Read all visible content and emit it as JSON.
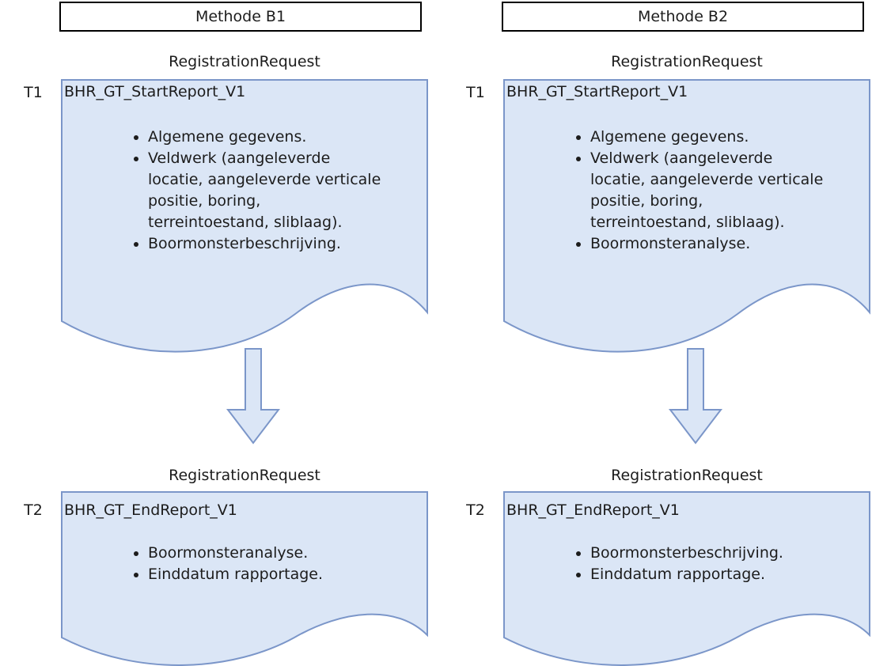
{
  "diagram": {
    "colors": {
      "document_fill": "#dbe6f6",
      "document_border": "#7b96c9",
      "header_border": "#000000",
      "text": "#1c1c1c"
    },
    "columns": [
      {
        "header": "Methode B1",
        "top_doc": {
          "label": "RegistrationRequest",
          "time_tag": "T1",
          "title": "BHR_GT_StartReport_V1",
          "bullets": [
            "Algemene gegevens.",
            "Veldwerk (aangeleverde\nlocatie, aangeleverde verticale\npositie, boring,\nterreintoestand, sliblaag).",
            "Boormonsterbeschrijving."
          ]
        },
        "bottom_doc": {
          "label": "RegistrationRequest",
          "time_tag": "T2",
          "title": "BHR_GT_EndReport_V1",
          "bullets": [
            "Boormonsteranalyse.",
            "Einddatum rapportage."
          ]
        }
      },
      {
        "header": "Methode B2",
        "top_doc": {
          "label": "RegistrationRequest",
          "time_tag": "T1",
          "title": "BHR_GT_StartReport_V1",
          "bullets": [
            "Algemene gegevens.",
            "Veldwerk (aangeleverde\nlocatie, aangeleverde verticale\npositie, boring,\nterreintoestand, sliblaag).",
            "Boormonsteranalyse."
          ]
        },
        "bottom_doc": {
          "label": "RegistrationRequest",
          "time_tag": "T2",
          "title": "BHR_GT_EndReport_V1",
          "bullets": [
            "Boormonsterbeschrijving.",
            "Einddatum rapportage."
          ]
        }
      }
    ]
  }
}
